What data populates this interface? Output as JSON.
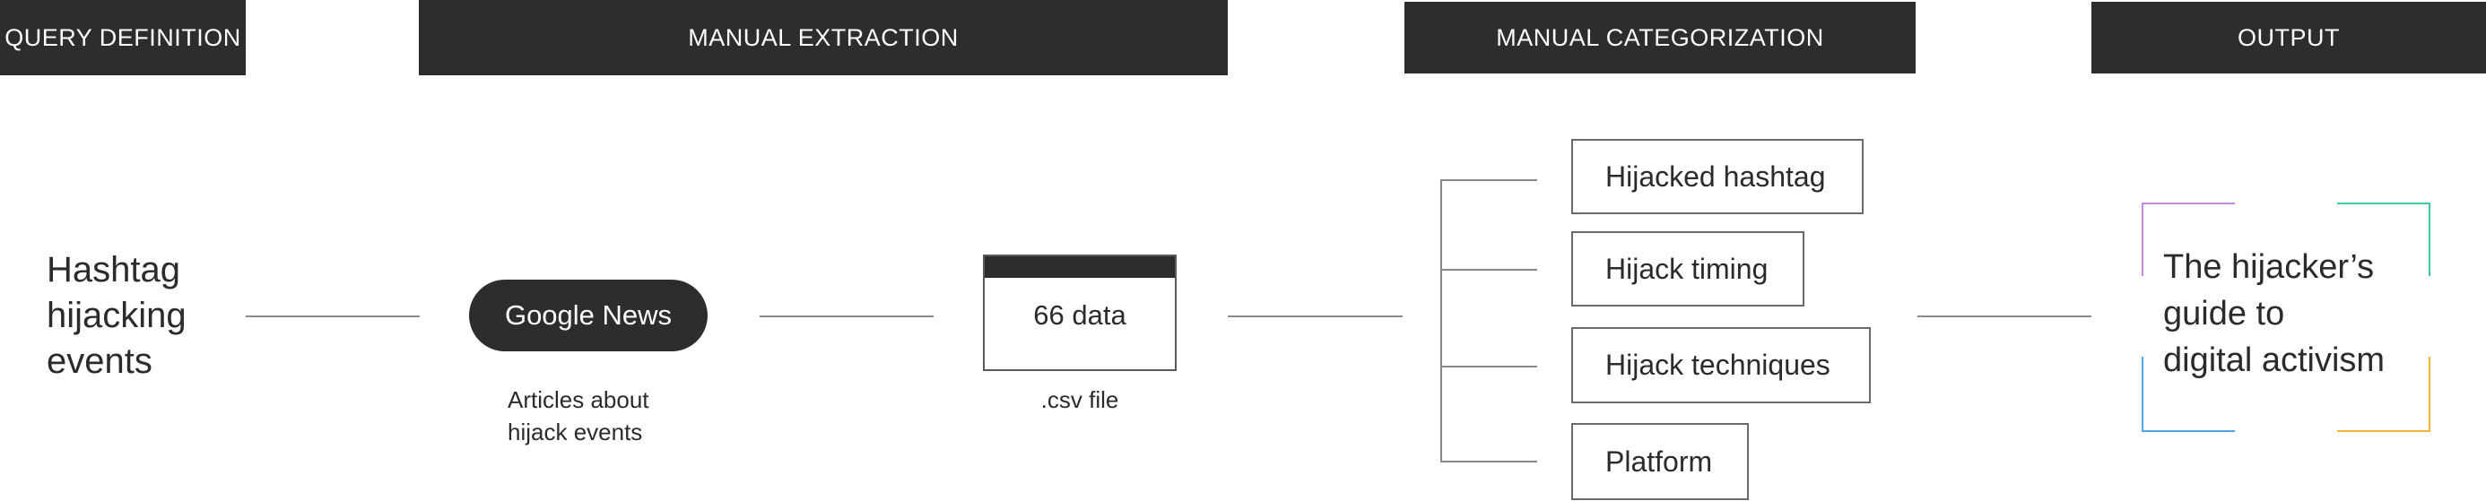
{
  "stages": {
    "query_definition": "QUERY DEFINITION",
    "manual_extraction": "MANUAL EXTRACTION",
    "manual_categorization": "MANUAL CATEGORIZATION",
    "output": "OUTPUT"
  },
  "query": {
    "lines": [
      "Hashtag",
      "hijacking",
      "events"
    ]
  },
  "source": {
    "label": "Google News",
    "caption_lines": [
      "Articles about",
      "hijack events"
    ]
  },
  "dataset": {
    "label": "66 data",
    "caption": ".csv file"
  },
  "categories": [
    {
      "label": "Hijacked hashtag"
    },
    {
      "label": "Hijack timing"
    },
    {
      "label": "Hijack techniques"
    },
    {
      "label": "Platform"
    }
  ],
  "output": {
    "lines": [
      "The hijacker’s",
      "guide to",
      "digital activism"
    ]
  },
  "colors": {
    "header_bg": "#2d2d2d",
    "corner_top_left": "#c58be0",
    "corner_top_right": "#3ec9a2",
    "corner_bottom_left": "#52a8e6",
    "corner_bottom_right": "#f2b23a"
  }
}
